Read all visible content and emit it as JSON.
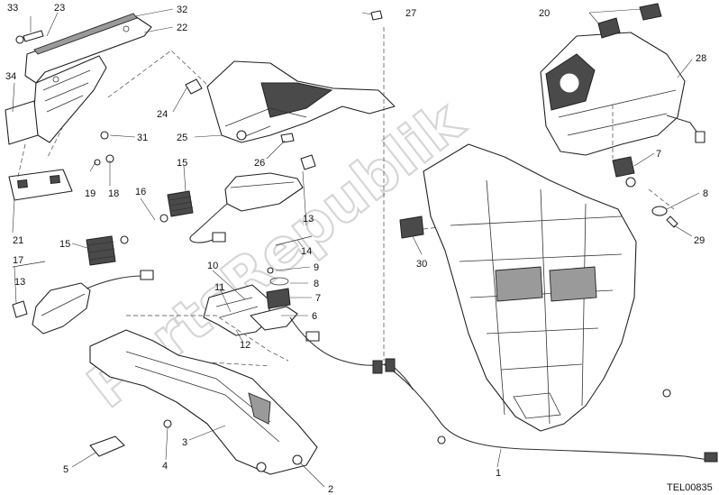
{
  "watermark": "PartsRepublik",
  "reference_code": "TEL00835",
  "callouts": [
    {
      "id": "c1",
      "text": "1"
    },
    {
      "id": "c2",
      "text": "2"
    },
    {
      "id": "c3",
      "text": "3"
    },
    {
      "id": "c4",
      "text": "4"
    },
    {
      "id": "c5",
      "text": "5"
    },
    {
      "id": "c6",
      "text": "6"
    },
    {
      "id": "c7a",
      "text": "7"
    },
    {
      "id": "c7b",
      "text": "7"
    },
    {
      "id": "c8a",
      "text": "8"
    },
    {
      "id": "c8b",
      "text": "8"
    },
    {
      "id": "c9",
      "text": "9"
    },
    {
      "id": "c10",
      "text": "10"
    },
    {
      "id": "c11",
      "text": "11"
    },
    {
      "id": "c12",
      "text": "12"
    },
    {
      "id": "c13a",
      "text": "13"
    },
    {
      "id": "c13b",
      "text": "13"
    },
    {
      "id": "c14",
      "text": "14"
    },
    {
      "id": "c15a",
      "text": "15"
    },
    {
      "id": "c15b",
      "text": "15"
    },
    {
      "id": "c16",
      "text": "16"
    },
    {
      "id": "c17",
      "text": "17"
    },
    {
      "id": "c18",
      "text": "18"
    },
    {
      "id": "c19",
      "text": "19"
    },
    {
      "id": "c20",
      "text": "20"
    },
    {
      "id": "c21",
      "text": "21"
    },
    {
      "id": "c22",
      "text": "22"
    },
    {
      "id": "c23",
      "text": "23"
    },
    {
      "id": "c24",
      "text": "24"
    },
    {
      "id": "c25",
      "text": "25"
    },
    {
      "id": "c26",
      "text": "26"
    },
    {
      "id": "c27",
      "text": "27"
    },
    {
      "id": "c28",
      "text": "28"
    },
    {
      "id": "c29",
      "text": "29"
    },
    {
      "id": "c30",
      "text": "30"
    },
    {
      "id": "c31",
      "text": "31"
    },
    {
      "id": "c32",
      "text": "32"
    },
    {
      "id": "c33",
      "text": "33"
    },
    {
      "id": "c34",
      "text": "34"
    }
  ]
}
